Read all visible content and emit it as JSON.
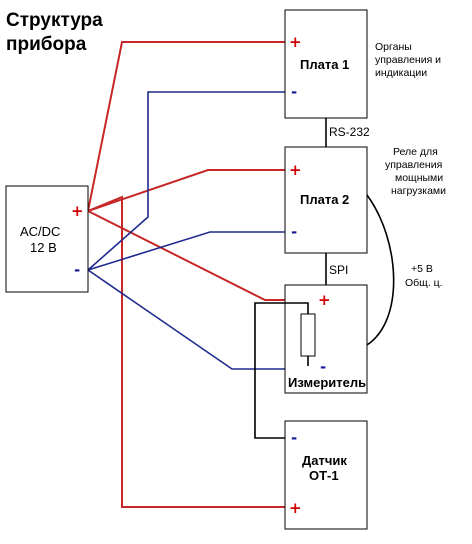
{
  "title": {
    "line1": "Структура",
    "line2": "прибора"
  },
  "blocks": {
    "acdc": {
      "line1": "AC/DC",
      "line2": "12 В"
    },
    "board1": {
      "label": "Плата 1"
    },
    "board2": {
      "label": "Плата 2"
    },
    "meter": {
      "label": "Измеритель"
    },
    "sensor": {
      "line1": "Датчик",
      "line2": "ОТ-1"
    }
  },
  "buses": {
    "rs232": "RS-232",
    "spi": "SPI"
  },
  "notes": {
    "board1": [
      "Органы",
      "управления и",
      "индикации"
    ],
    "board2": [
      "Реле для",
      "управления",
      "мощными",
      "нагрузками"
    ],
    "supply": [
      "+5 В",
      "Общ. ц."
    ]
  },
  "terminals": {
    "plus": "+",
    "minus": "-"
  },
  "colors": {
    "positive_wire": "#c62828",
    "negative_wire": "#1f2a8f",
    "signal_wire": "#000000"
  }
}
